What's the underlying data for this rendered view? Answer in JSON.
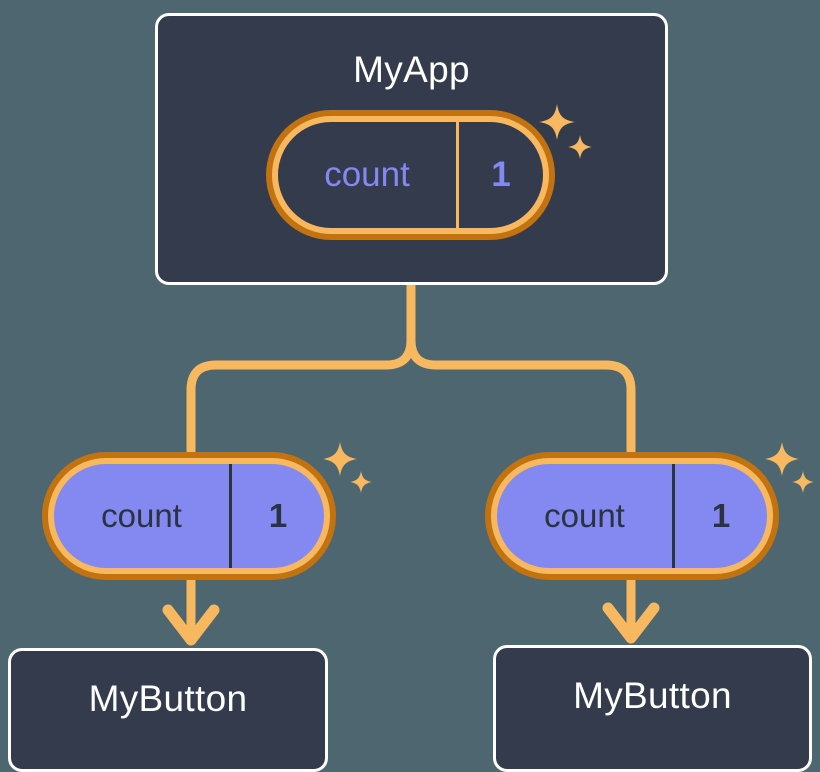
{
  "diagram": {
    "title": "MyApp component tree with shared count state",
    "background_color": "#4d6670"
  },
  "colors": {
    "background": "#4d6670",
    "card_fill": "#333b4c",
    "card_border": "#ffffff",
    "pill_ring_outer": "#c2720f",
    "pill_band": "#f7b860",
    "pill_purple_fill": "#8389f0",
    "state_text_periwinkle": "#8389f0",
    "state_text_dark": "#2b3340",
    "connector": "#f7b860",
    "sparkle": "#f7b860"
  },
  "nodes": {
    "root": {
      "label": "MyApp",
      "state": {
        "key": "count",
        "value": "1"
      },
      "sparkle_icon": "sparkles-icon"
    },
    "children": [
      {
        "label": "MyButton",
        "state": {
          "key": "count",
          "value": "1"
        },
        "sparkle_icon": "sparkles-icon"
      },
      {
        "label": "MyButton",
        "state": {
          "key": "count",
          "value": "1"
        },
        "sparkle_icon": "sparkles-icon"
      }
    ]
  },
  "connectors": {
    "style": "orthogonal-rounded",
    "color": "#f7b860",
    "arrowheads": 2,
    "description": "Root fans out to two children; each child state pill arrows down into its MyButton box"
  }
}
